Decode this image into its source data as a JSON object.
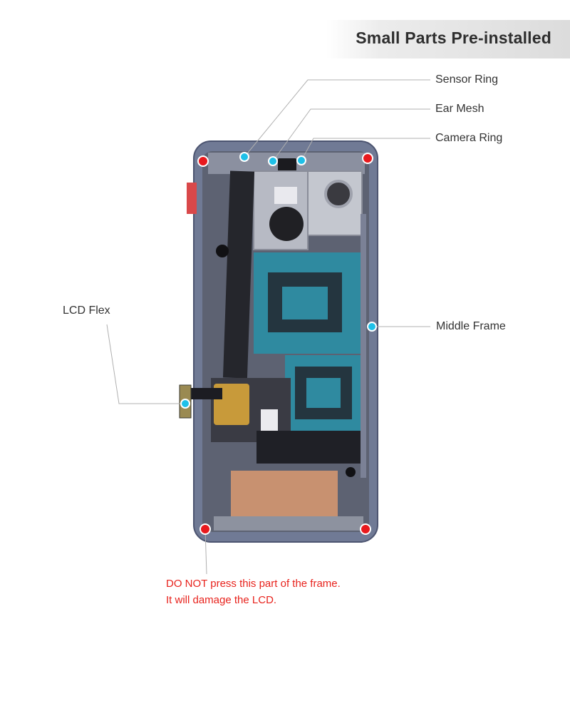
{
  "header": {
    "title": "Small Parts Pre-installed"
  },
  "labels": {
    "sensor_ring": "Sensor Ring",
    "ear_mesh": "Ear Mesh",
    "camera_ring": "Camera Ring",
    "lcd_flex": "LCD Flex",
    "middle_frame": "Middle Frame"
  },
  "warning": {
    "line1": "DO NOT press this part of the frame.",
    "line2": "It will damage the LCD."
  },
  "colors": {
    "pointer_dot": "#1ec0e8",
    "warning_dot": "#e8191d",
    "warning_text": "#e8231d",
    "frame": "#6f7894",
    "board": "#5d6070",
    "adhesive": "#2f8aa0",
    "flex_gold": "#c89a3a",
    "copper": "#c89170"
  }
}
